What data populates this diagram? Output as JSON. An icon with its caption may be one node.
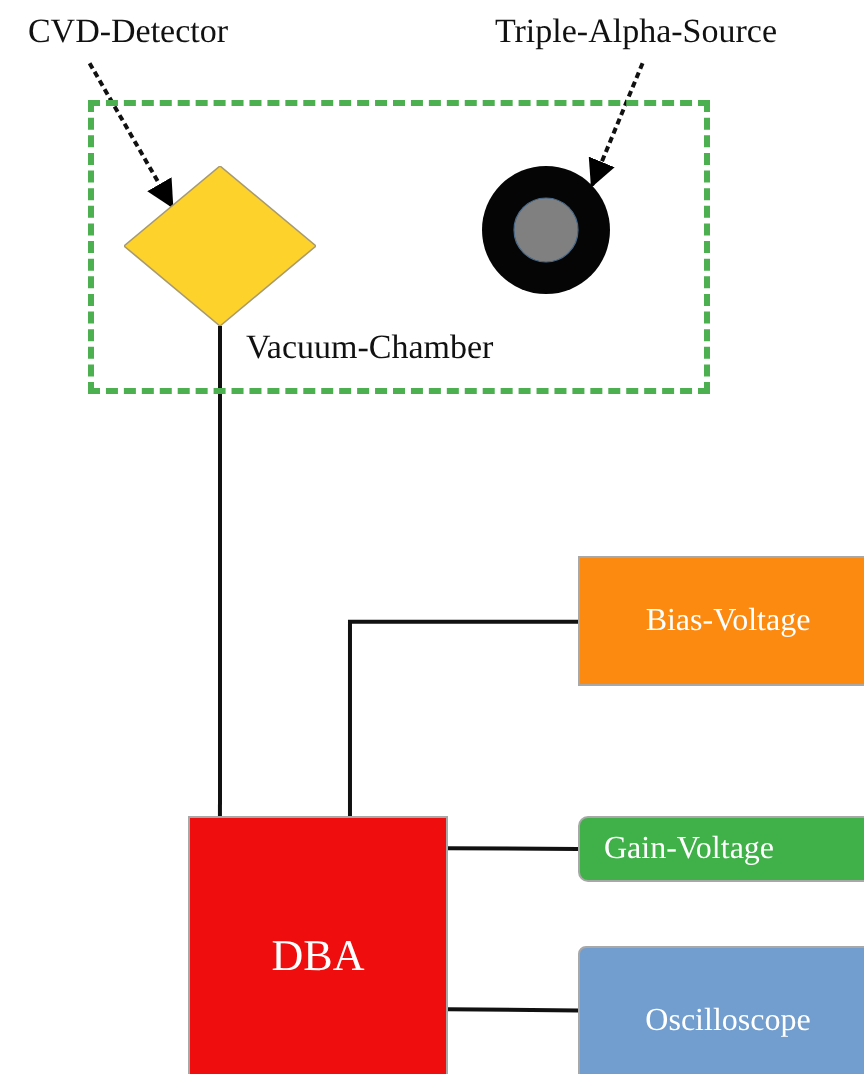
{
  "diagram": {
    "nodes": [
      {
        "text": [
          "Vacuum-Chamber"
        ]
      },
      {
        "text": [
          "CVD-Detector"
        ]
      },
      {
        "text": [],
        "shape": "diamond",
        "in": 0
      },
      {
        "text": [
          "Triple-Alpha-Source"
        ]
      },
      {
        "text": [],
        "shape": "circle",
        "in": 0
      },
      {
        "text": [
          "DBA"
        ]
      },
      {
        "text": [
          "Bias-Voltage"
        ]
      },
      {
        "text": [
          "Gain-Voltage"
        ]
      },
      {
        "text": [
          "Oscilloscope"
        ]
      }
    ],
    "edges": [
      {
        "from": 1,
        "to": 2,
        "arrow": "to",
        "style": "dashed"
      },
      {
        "from": 3,
        "to": 4,
        "arrow": "to",
        "style": "dashed"
      },
      {
        "from": 2,
        "to": 5,
        "arrow": "none"
      },
      {
        "from": 5,
        "to": 6,
        "arrow": "none"
      },
      {
        "from": 5,
        "to": 7,
        "arrow": "none"
      },
      {
        "from": 5,
        "to": 8,
        "arrow": "none"
      }
    ]
  }
}
